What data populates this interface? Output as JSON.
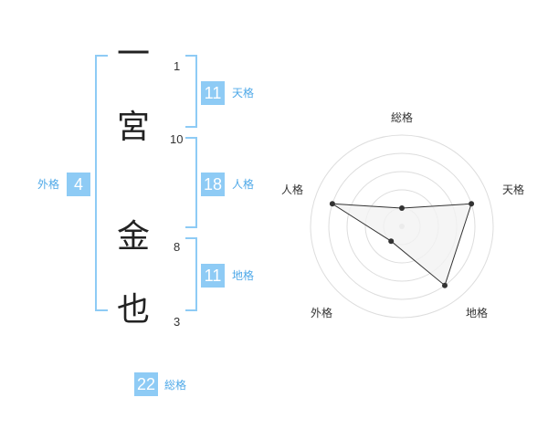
{
  "name_chars": [
    {
      "char": "一",
      "strokes": "1"
    },
    {
      "char": "宮",
      "strokes": "10"
    },
    {
      "char": "金",
      "strokes": "8"
    },
    {
      "char": "也",
      "strokes": "3"
    }
  ],
  "scores": {
    "tenkaku": {
      "value": "11",
      "label": "天格"
    },
    "jinkaku": {
      "value": "18",
      "label": "人格"
    },
    "chikaku": {
      "value": "11",
      "label": "地格"
    },
    "gaikaku": {
      "value": "4",
      "label": "外格"
    },
    "soukaku": {
      "value": "22",
      "label": "総格"
    }
  },
  "colors": {
    "accent": "#8ecbf5",
    "label_text": "#4fa9e8",
    "radar_fill": "#f2f2f2",
    "radar_stroke": "#333333",
    "grid": "#dddddd"
  },
  "chart_data": {
    "type": "radar",
    "axes": [
      "総格",
      "天格",
      "地格",
      "外格",
      "人格"
    ],
    "values": [
      1,
      4,
      4,
      1,
      4
    ],
    "range": [
      0,
      5
    ],
    "grid_rings": 5
  }
}
